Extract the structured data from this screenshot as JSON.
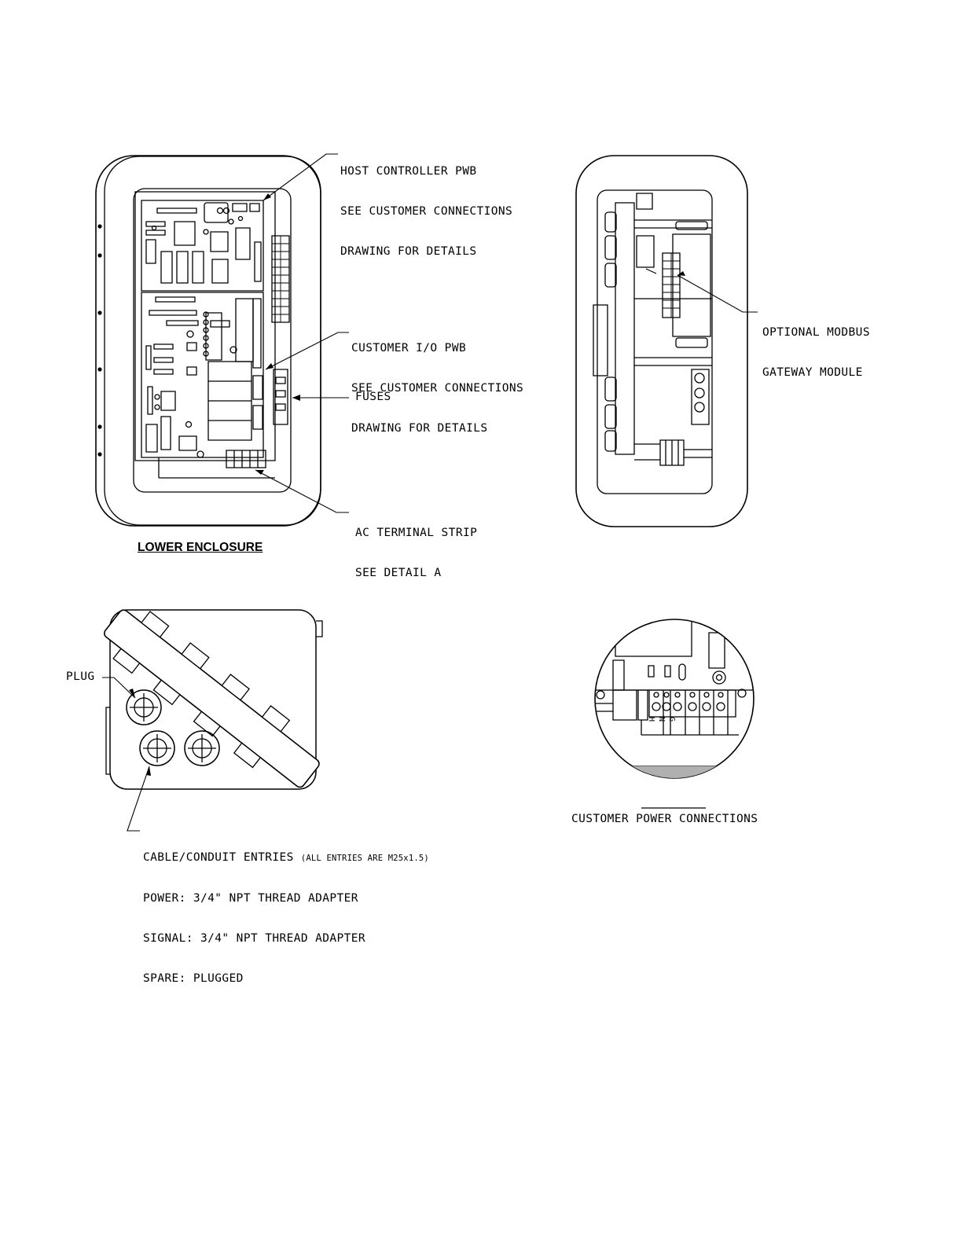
{
  "labels": {
    "host_controller": [
      "HOST CONTROLLER PWB",
      "SEE CUSTOMER CONNECTIONS",
      "DRAWING FOR DETAILS"
    ],
    "customer_io": [
      "CUSTOMER I/O PWB",
      "SEE CUSTOMER CONNECTIONS",
      "DRAWING FOR DETAILS"
    ],
    "fuses": "FUSES",
    "ac_terminal": [
      "AC TERMINAL STRIP",
      "SEE DETAIL A"
    ],
    "modbus": [
      "OPTIONAL MODBUS",
      "GATEWAY MODULE"
    ],
    "lower_enclosure": "LOWER ENCLOSURE",
    "plug": "PLUG",
    "cable_entries": "CABLE/CONDUIT ENTRIES",
    "cable_entries_note": "(ALL ENTRIES ARE M25x1.5)",
    "power": "POWER: 3/4\" NPT THREAD ADAPTER",
    "signal": "SIGNAL: 3/4\" NPT THREAD ADAPTER",
    "spare": "SPARE: PLUGGED",
    "customer_power": "CUSTOMER POWER CONNECTIONS",
    "terminal_marks": [
      "H",
      "N",
      "G"
    ]
  },
  "colors": {
    "ink": "#000000",
    "paper": "#ffffff",
    "shade": "#b0b0b0"
  }
}
